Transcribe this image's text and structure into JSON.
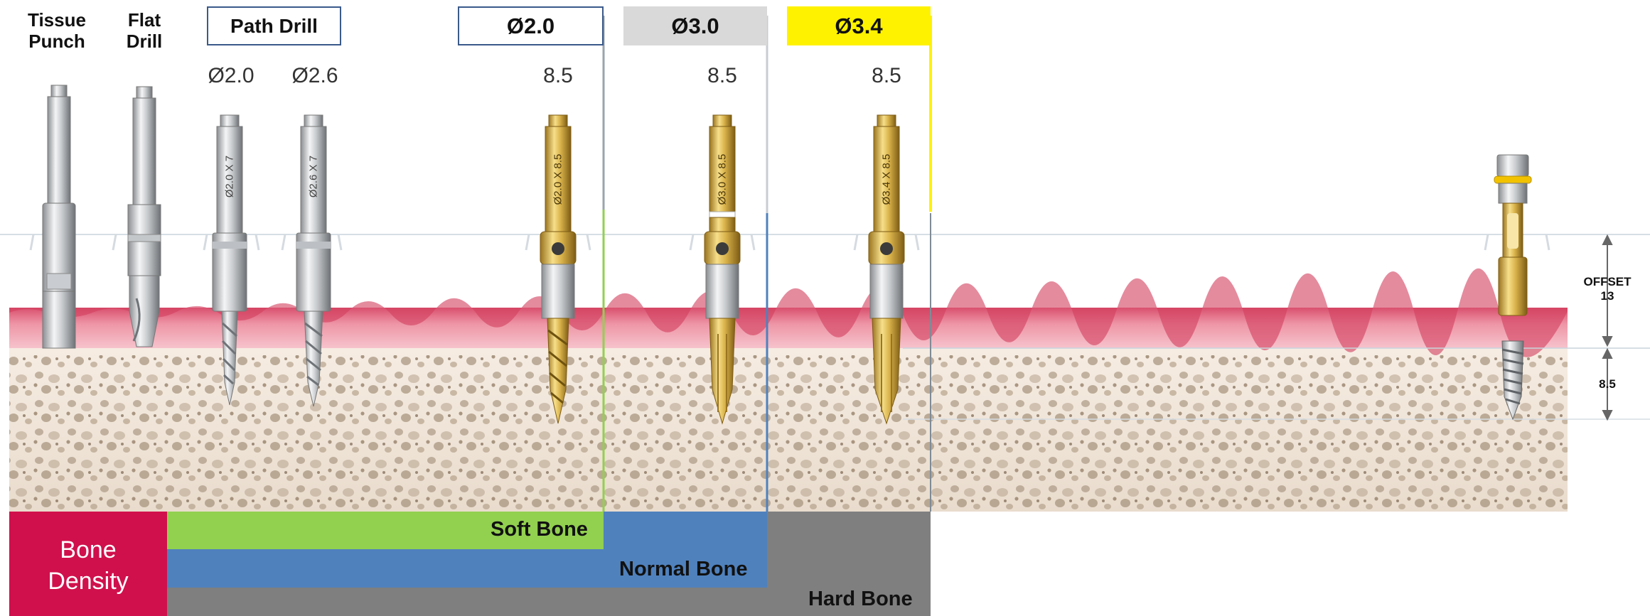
{
  "tools": {
    "tissue_punch": "Tissue Punch",
    "flat_drill": "Flat Drill",
    "path_drill": "Path Drill"
  },
  "path_sizes": [
    "Ø2.0",
    "Ø2.6"
  ],
  "path_engravings": [
    "Ø2.0 X 7",
    "Ø2.6 X 7"
  ],
  "steps": [
    {
      "label": "Ø2.0",
      "length": "8.5",
      "engraving": "Ø2.0 X 8.5"
    },
    {
      "label": "Ø3.0",
      "length": "8.5",
      "engraving": "Ø3.0 X 8.5"
    },
    {
      "label": "Ø3.4",
      "length": "8.5",
      "engraving": "Ø3.4 X 8.5"
    }
  ],
  "dimensions": {
    "offset_label": "OFFSET",
    "offset_value": "13",
    "depth_value": "8.5"
  },
  "bone_density": {
    "title_line1": "Bone",
    "title_line2": "Density",
    "soft": "Soft Bone",
    "normal": "Normal Bone",
    "hard": "Hard Bone"
  },
  "colors": {
    "step2_frame": "#3a5a8a",
    "step3_fill": "#d9d9d9",
    "step4_fill": "#fff200",
    "soft": "#92d050",
    "normal": "#4f81bd",
    "hard": "#7f7f7f",
    "bone_density": "#d0104c",
    "gum": "#e8899a"
  }
}
